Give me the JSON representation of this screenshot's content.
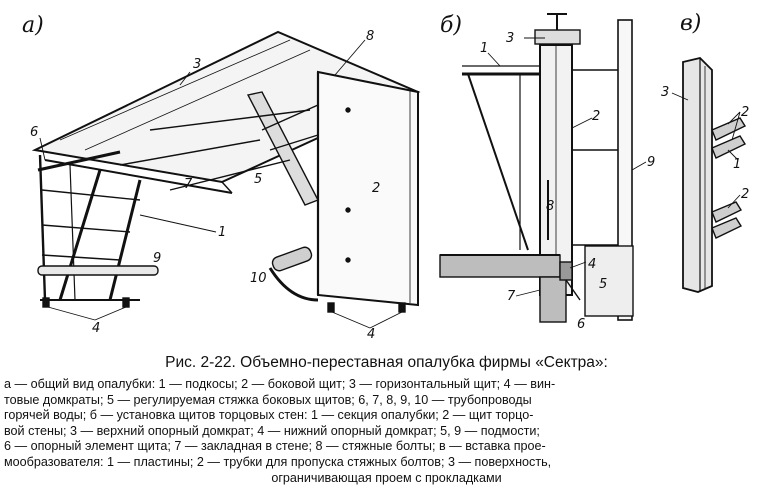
{
  "figure": {
    "panels": {
      "a": "а)",
      "b": "б)",
      "v": "в)"
    },
    "labels_a": [
      "8",
      "3",
      "6",
      "2",
      "7",
      "5",
      "1",
      "9",
      "10",
      "4",
      "4"
    ],
    "labels_b": [
      "3",
      "1",
      "2",
      "9",
      "8",
      "4",
      "5",
      "7",
      "6"
    ],
    "labels_v": [
      "3",
      "2",
      "1",
      "2"
    ]
  },
  "caption": {
    "title": "Рис. 2-22. Объемно-переставная опалубка фирмы «Сектра»:",
    "lines": [
      "а — общий вид опалубки: 1 — подкосы; 2 — боковой щит; 3 — горизонтальный щит; 4 — вин-",
      "товые домкраты; 5 — регулируемая стяжка боковых щитов; 6, 7, 8, 9, 10 — трубопроводы",
      "горячей воды; б — установка щитов торцовых стен: 1 — секция опалубки; 2 — щит торцо-",
      "вой стены; 3 — верхний опорный домкрат; 4 — нижний опорный домкрат; 5, 9 — подмости;",
      "6 — опорный элемент щита; 7 — закладная в стене; 8 — стяжные болты; в — вставка прое-",
      "мообразователя: 1 — пластины; 2 — трубки для пропуска стяжных болтов; 3 — поверхность,",
      "ограничивающая проем с прокладками"
    ]
  }
}
